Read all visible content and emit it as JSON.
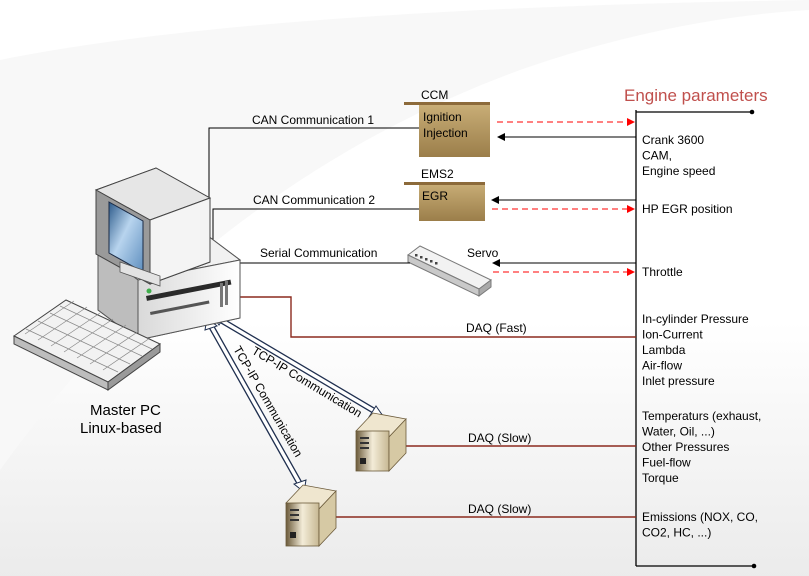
{
  "colors": {
    "title": "#c0504d",
    "daq_line": "#8b2a1e",
    "dashed_arrow": "#ff0000",
    "module_fill": "#b3955d",
    "module_bar": "#8c6a3a"
  },
  "title": "Engine parameters",
  "master_pc": {
    "line1": "Master PC",
    "line2": "Linux-based"
  },
  "modules": {
    "ccm": {
      "name": "CCM",
      "line1": "Ignition",
      "line2": "Injection"
    },
    "ems2": {
      "name": "EMS2",
      "line1": "EGR"
    },
    "servo": {
      "name": "Servo"
    }
  },
  "links": {
    "can1": "CAN Communication 1",
    "can2": "CAN Communication 2",
    "serial": "Serial Communication",
    "daq_fast": "DAQ (Fast)",
    "daq_slow_1": "DAQ (Slow)",
    "daq_slow_2": "DAQ (Slow)",
    "tcp1": "TCP-IP Communication",
    "tcp2": "TCP-IP Communication"
  },
  "params": {
    "crank": [
      "Crank  3600",
      "CAM,",
      "Engine speed"
    ],
    "egr": [
      "HP EGR position"
    ],
    "throttle": [
      "Throttle"
    ],
    "fast": [
      "In-cylinder Pressure",
      "Ion-Current",
      "Lambda",
      "Air-flow",
      "Inlet pressure"
    ],
    "slow1": [
      "Temperaturs (exhaust,",
      "Water, Oil, ...)",
      "Other Pressures",
      "Fuel-flow",
      "Torque"
    ],
    "slow2": [
      "Emissions (NOX, CO,",
      "CO2, HC, ...)"
    ]
  },
  "icons": [
    "desktop-computer-icon",
    "keyboard-icon",
    "server-icon",
    "serial-device-icon"
  ]
}
